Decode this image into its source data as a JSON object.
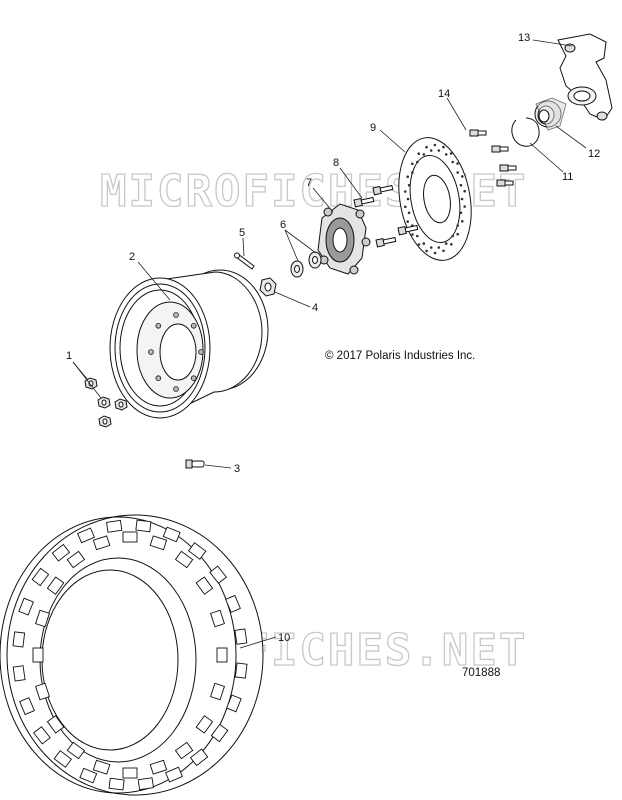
{
  "watermark": "MICROFICHES.NET",
  "copyright": "© 2017 Polaris Industries Inc.",
  "drawing_number": "701888",
  "callouts": [
    {
      "id": "c1",
      "label": "1"
    },
    {
      "id": "c2",
      "label": "2"
    },
    {
      "id": "c3",
      "label": "3"
    },
    {
      "id": "c4",
      "label": "4"
    },
    {
      "id": "c5",
      "label": "5"
    },
    {
      "id": "c6",
      "label": "6"
    },
    {
      "id": "c7",
      "label": "7"
    },
    {
      "id": "c8",
      "label": "8"
    },
    {
      "id": "c9",
      "label": "9"
    },
    {
      "id": "c10",
      "label": "10"
    },
    {
      "id": "c11",
      "label": "11"
    },
    {
      "id": "c12",
      "label": "12"
    },
    {
      "id": "c13",
      "label": "13"
    },
    {
      "id": "c14",
      "label": "14"
    }
  ]
}
